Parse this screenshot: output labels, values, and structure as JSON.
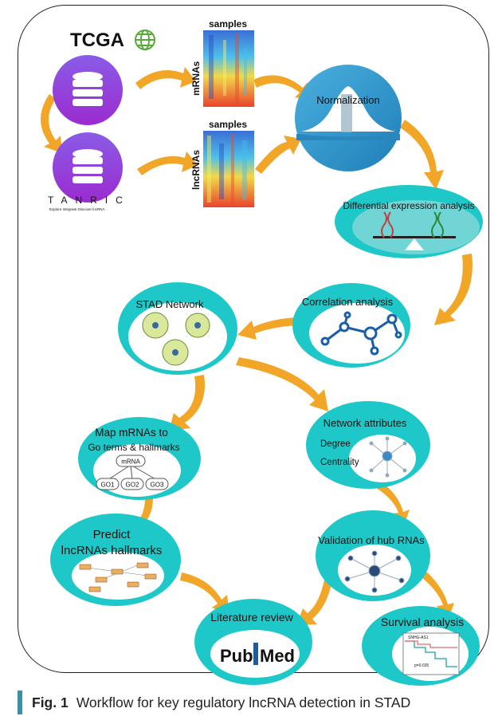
{
  "caption": {
    "label": "Fig. 1",
    "text": "Workflow for key regulatory lncRNA detection in STAD"
  },
  "sources": {
    "tcga": "TCGA",
    "tanric": "TANRIC",
    "tanric_sub": "Explore Integrate Discover lncRNA"
  },
  "heatmaps": {
    "samples_top": "samples",
    "mrnas": "mRNAs",
    "samples_bottom": "samples",
    "lncrnas": "lncRNAs"
  },
  "steps": {
    "normalization": "Normalization",
    "differential": "Differential expression analysis",
    "correlation": "Correlation analysis",
    "stad_network": "STAD Network",
    "map_line1": "Map mRNAs to",
    "map_line2": "Go terms & hallmarks",
    "attributes": "Network attributes",
    "degree": "Degree",
    "centrality": "Centrality",
    "predict_line1": "Predict",
    "predict_line2": "lncRNAs hallmarks",
    "validation": "Validation of hub RNAs",
    "literature": "Literature review",
    "survival": "Survival analysis"
  },
  "go_tree": {
    "root": "mRNA",
    "leaves": [
      "GO1",
      "GO2",
      "GO3"
    ]
  },
  "pubmed": {
    "pub": "Pub",
    "med": "Med"
  },
  "survival_plot": {
    "gene": "SNHG-AS1",
    "pvalue": "p=0.035"
  },
  "colors": {
    "teal": "#1ec8c8",
    "arrow": "#f2a628",
    "db_top": "#7b4fd6",
    "db_bottom": "#9b2fd2",
    "bar": "#3a8fa5"
  }
}
